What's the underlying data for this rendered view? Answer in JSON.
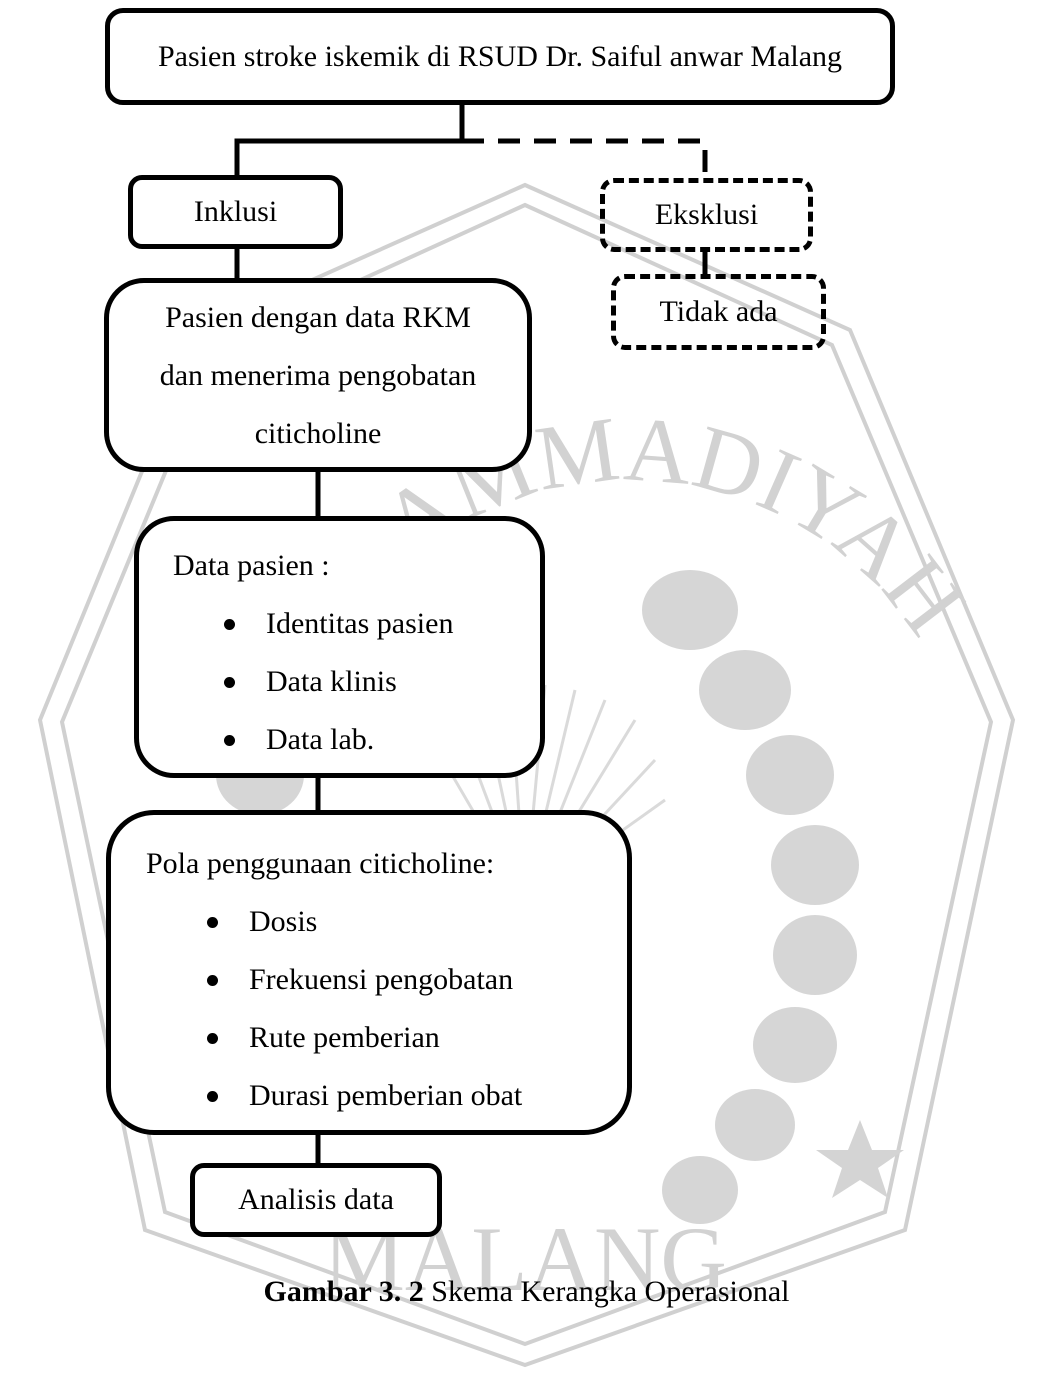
{
  "boxes": {
    "population": "Pasien stroke iskemik di RSUD Dr. Saiful anwar Malang",
    "inclusion": "Inklusi",
    "exclusion": "Eksklusi",
    "exclusion_result": "Tidak ada",
    "selection": [
      "Pasien dengan data RKM",
      "dan menerima pengobatan",
      "citicholine"
    ],
    "patient_data": {
      "title": "Data pasien :",
      "items": [
        "Identitas pasien",
        "Data klinis",
        "Data lab."
      ]
    },
    "usage_pattern": {
      "title": "Pola penggunaan citicholine:",
      "items": [
        "Dosis",
        "Frekuensi pengobatan",
        "Rute pemberian",
        "Durasi pemberian obat"
      ]
    },
    "analysis": "Analisis data"
  },
  "caption": {
    "label": "Gambar 3. 2",
    "text": " Skema Kerangka Operasional"
  },
  "watermark": {
    "text_top": "MUHAMMADIYAH",
    "text_bottom": "MALANG",
    "color": "#c9c9c9"
  }
}
